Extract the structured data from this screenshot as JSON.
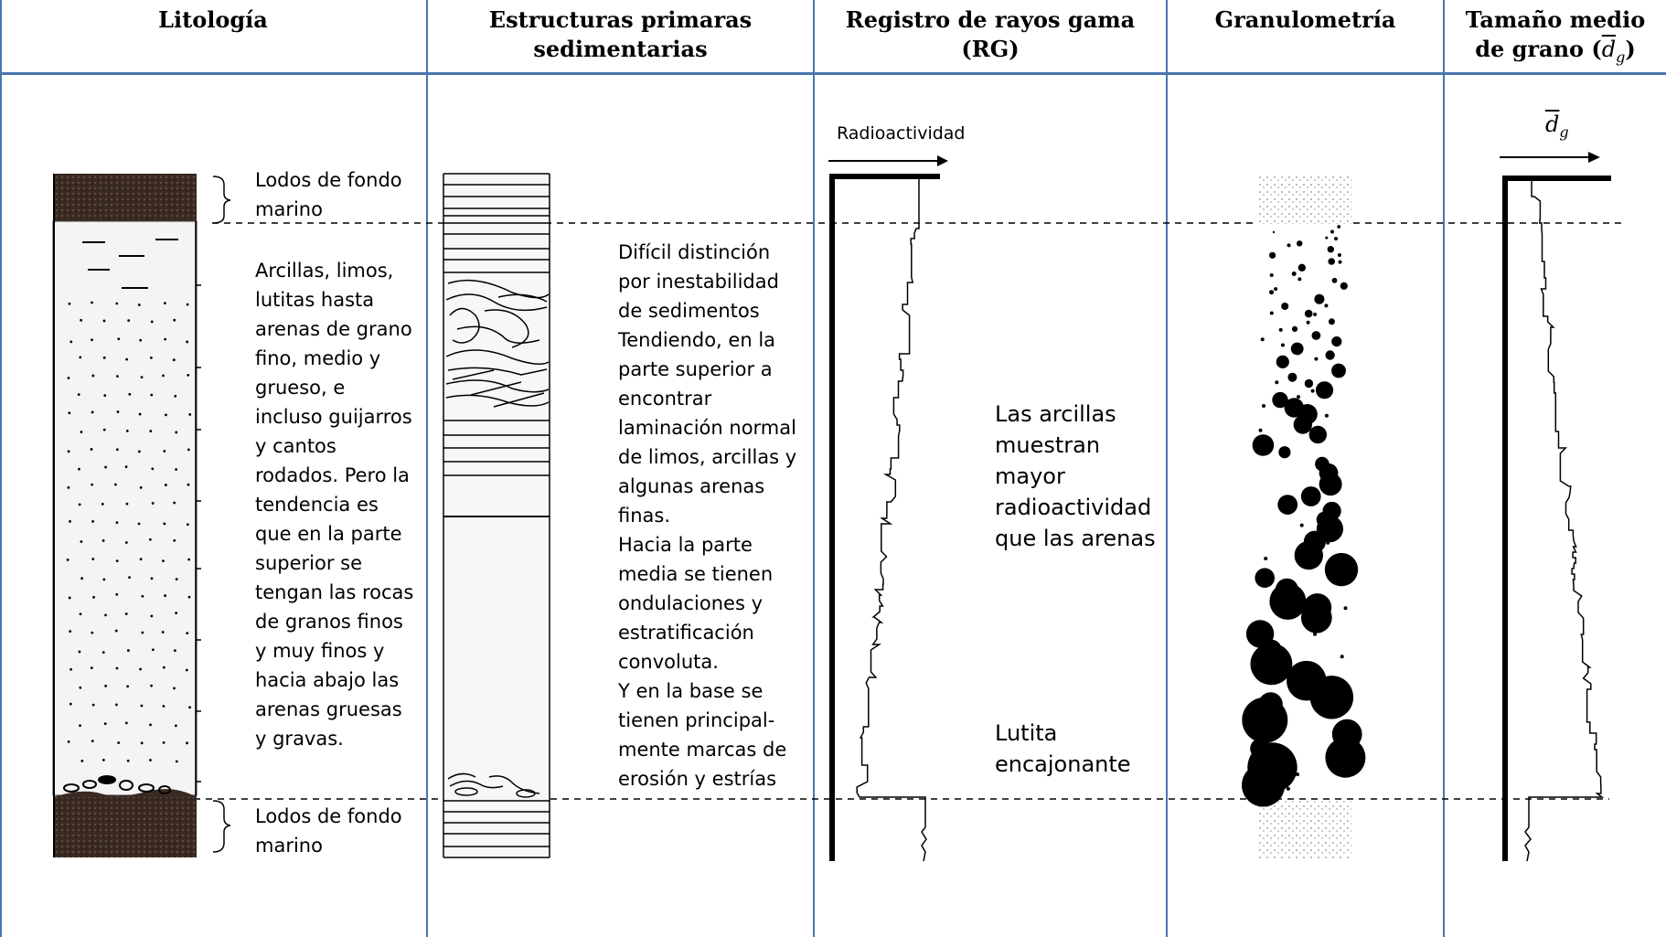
{
  "headers": {
    "col1": "Litología",
    "col2_line1": "Estructuras primaras",
    "col2_line2": "sedimentarias",
    "col3_line1": "Registro de rayos gama",
    "col3_line2": "(RG)",
    "col4": "Granulometría",
    "col5_line1": "Tamaño medio",
    "col5_line2_prefix": "de grano (",
    "col5_symbol_d": "d",
    "col5_symbol_g": "g",
    "col5_line2_suffix": ")"
  },
  "lithology": {
    "top_label": "Lodos de fondo\nmarino",
    "middle_text": "Arcillas, limos,\nlutitas hasta\narenas de grano\nfino, medio y\ngrueso, e\nincluso guijarros\ny cantos\nrodados. Pero la\ntendencia es\nque en la parte\nsuperior se\ntengan las rocas\nde granos finos\ny muy finos y\nhacia abajo las\narenas gruesas\ny gravas.",
    "bottom_label": "Lodos de fondo\nmarino"
  },
  "structures": {
    "text": "Difícil distinción\npor inestabilidad\nde sedimentos\nTendiendo, en la\nparte superior a\nencontrar\nlaminación normal\nde limos, arcillas y\nalgunas arenas\nfinas.\nHacia la parte\nmedia se tienen\nondulaciones y\nestratificación\nconvoluta.\nY en la base se\ntienen principal-\nmente marcas de\nerosión y estrías"
  },
  "gamma": {
    "axis_label": "Radioactividad",
    "annotation_clays": "Las arcillas\nmuestran\nmayor\nradioactividad\nque las arenas",
    "annotation_shale": "Lutita\nencajonante"
  },
  "grain_size": {
    "axis_symbol_d": "d",
    "axis_symbol_g": "g"
  },
  "colors": {
    "grid_lines": "#4a76b0",
    "mud": "#3a2a22",
    "ink": "#000000"
  }
}
